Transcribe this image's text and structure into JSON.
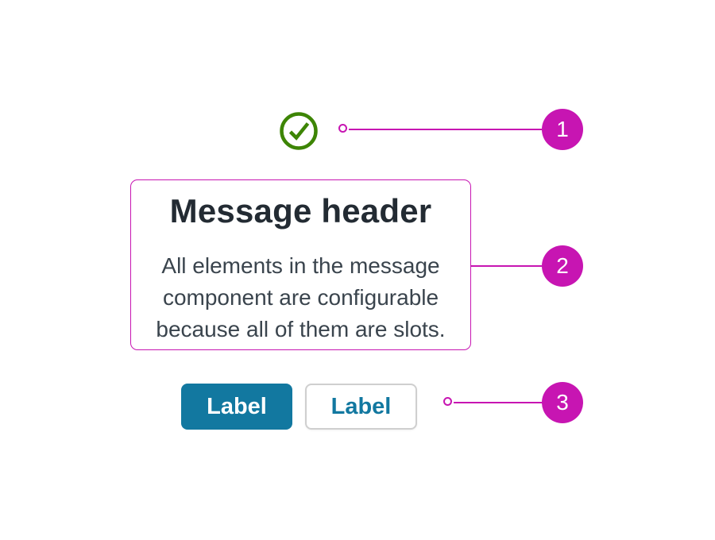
{
  "diagram": {
    "annotation_color": "#C715B2",
    "background": "#FFFFFF"
  },
  "status_icon": {
    "name": "check-circle-icon",
    "color": "#3D8505"
  },
  "message": {
    "header": "Message header",
    "body_lines": [
      "All elements in the message",
      "component are configurable",
      "because all of them are slots."
    ]
  },
  "buttons": [
    {
      "label": "Label",
      "variant": "primary",
      "background": "#1278A0",
      "text_color": "#FFFFFF"
    },
    {
      "label": "Label",
      "variant": "secondary",
      "background": "#FFFFFF",
      "text_color": "#1278A0",
      "border_color": "#CFCFCF"
    }
  ],
  "annotations": [
    {
      "number": "1"
    },
    {
      "number": "2"
    },
    {
      "number": "3"
    }
  ]
}
